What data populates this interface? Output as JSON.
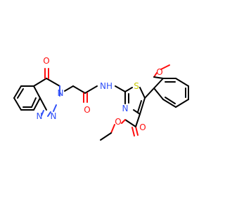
{
  "molecule": {
    "atoms": {
      "o_ketone": "O",
      "n3": "N",
      "n2": "N",
      "n1": "N",
      "o_amide": "O",
      "nh": "NH",
      "s1": "S",
      "n_thiazole": "N",
      "o_methoxy": "O",
      "o_ester_carbonyl": "O",
      "o_ester": "O"
    },
    "colors": {
      "carbon": "#000000",
      "oxygen": "#ff0d0d",
      "nitrogen": "#3050f8",
      "sulfur": "#c8c800"
    }
  }
}
